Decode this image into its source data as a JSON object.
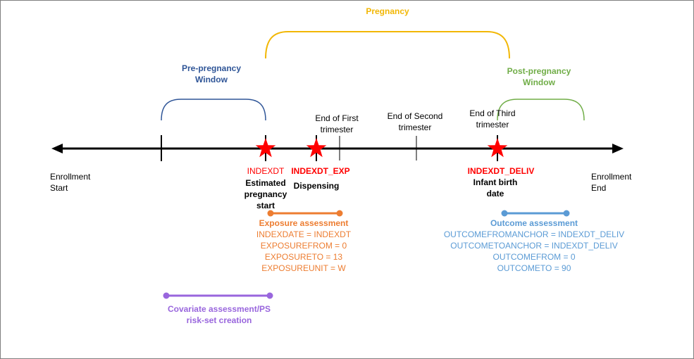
{
  "colors": {
    "pregnancy": "#f2b705",
    "pre_pregnancy": "#2f5597",
    "post_pregnancy": "#70ad47",
    "index": "#ff0000",
    "exposure": "#ed7d31",
    "outcome": "#5b9bd5",
    "covariate": "#9966dd",
    "axis": "#000000"
  },
  "labels": {
    "pregnancy": "Pregnancy",
    "pre_pregnancy": [
      "Pre-pregnancy",
      "Window"
    ],
    "post_pregnancy": [
      "Post-pregnancy",
      "Window"
    ],
    "enrollment_start": [
      "Enrollment",
      "Start"
    ],
    "enrollment_end": [
      "Enrollment",
      "End"
    ],
    "end_first": [
      "End of First",
      "trimester"
    ],
    "end_second": [
      "End of Second",
      "trimester"
    ],
    "end_third": [
      "End of Third",
      "trimester"
    ]
  },
  "events": {
    "indexdt": {
      "code": "INDEXDT",
      "desc": [
        "Estimated",
        "pregnancy",
        "start"
      ]
    },
    "indexdt_exp": {
      "code": "INDEXDT_EXP",
      "desc": [
        "Dispensing"
      ]
    },
    "indexdt_deliv": {
      "code": "INDEXDT_DELIV",
      "desc": [
        "Infant birth",
        "date"
      ]
    }
  },
  "exposure": {
    "title": "Exposure assessment",
    "params": [
      "INDEXDATE = INDEXDT",
      "EXPOSUREFROM = 0",
      "EXPOSURETO = 13",
      "EXPOSUREUNIT = W"
    ]
  },
  "outcome": {
    "title": "Outcome assessment",
    "params": [
      "OUTCOMEFROMANCHOR = INDEXDT_DELIV",
      "OUTCOMETOANCHOR = INDEXDT_DELIV",
      "OUTCOMEFROM = 0",
      "OUTCOMETO = 90"
    ]
  },
  "covariate": {
    "title": [
      "Covariate assessment/PS",
      "risk-set creation"
    ]
  }
}
